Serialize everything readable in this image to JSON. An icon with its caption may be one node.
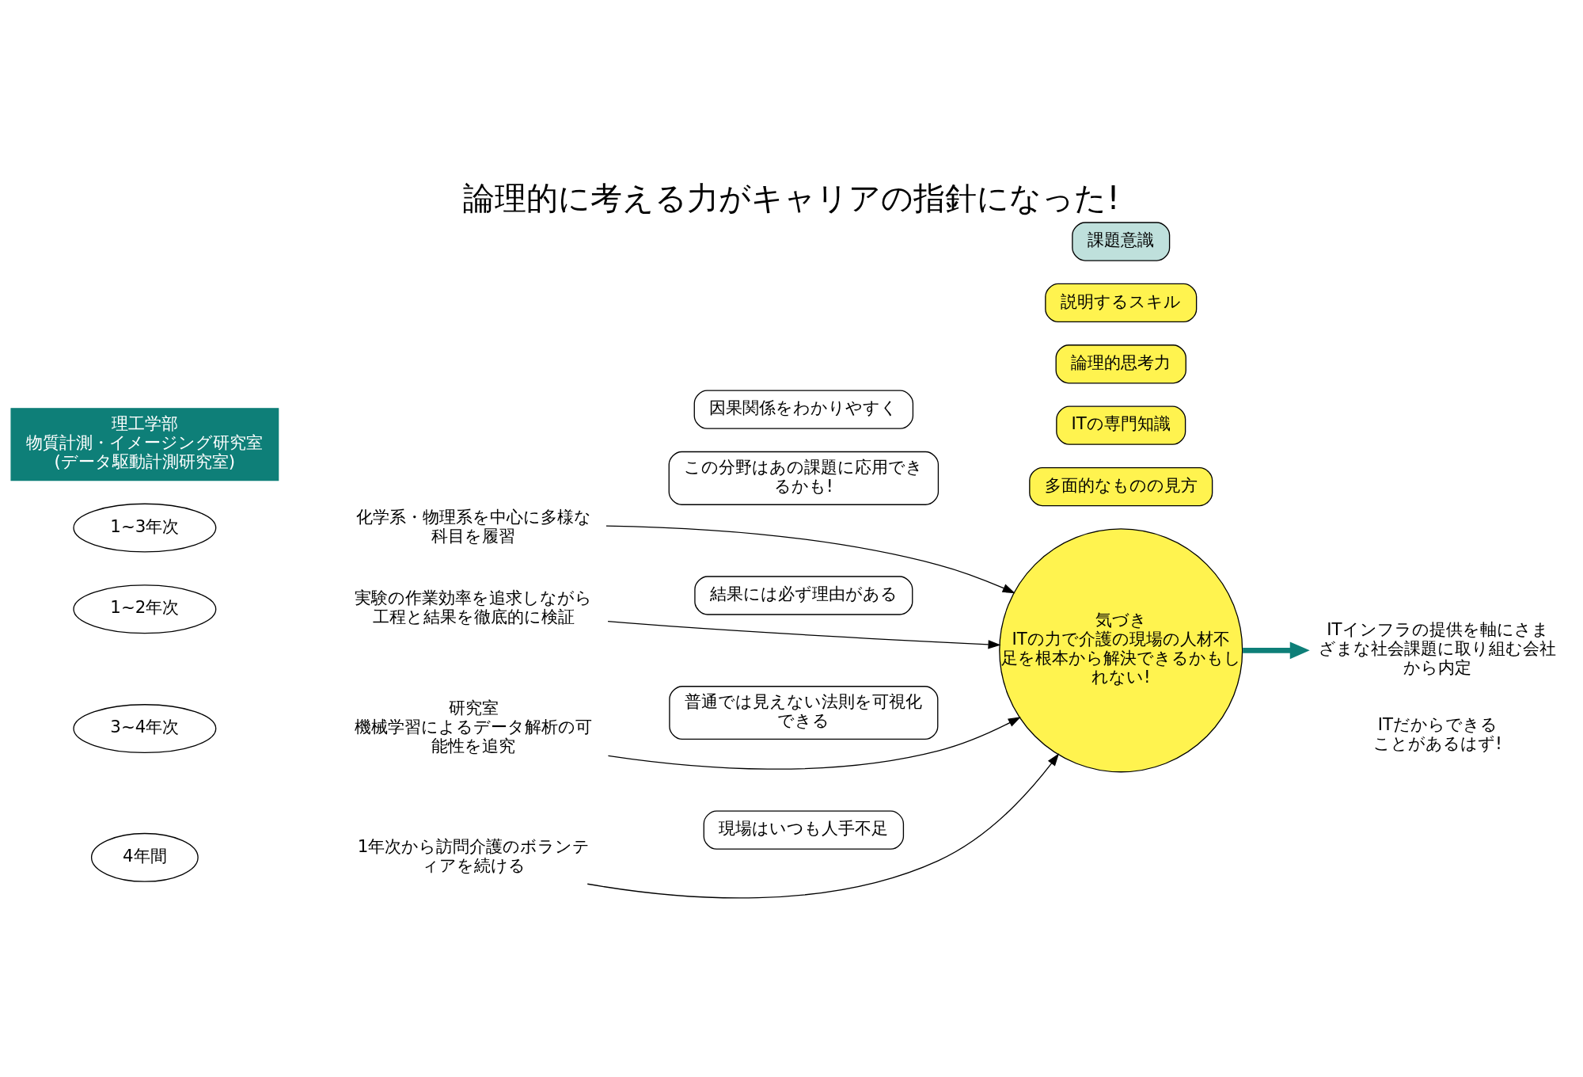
{
  "diagram": {
    "title": "論理的に考える力がキャリアの指針になった!",
    "nodes": [
      {
        "text": [
          "理工学部",
          "物質計測・イメージング研究室",
          "(データ駆動計測研究室)"
        ]
      },
      {
        "text": [
          "1~3年次"
        ]
      },
      {
        "text": [
          "化学系・物理系を中心に多様な科目を履習"
        ]
      },
      {
        "text": [
          "この分野はあの課題に応用できるかも!"
        ]
      },
      {
        "text": [
          "1~2年次"
        ]
      },
      {
        "text": [
          "実験の作業効率を追求しながら工程と結果を徹底的に検証"
        ]
      },
      {
        "text": [
          "結果には必ず理由がある"
        ]
      },
      {
        "text": [
          "因果関係をわかりやすく"
        ]
      },
      {
        "text": [
          "3~4年次"
        ]
      },
      {
        "text": [
          "研究室",
          "機械学習によるデータ解析の可能性を追究"
        ]
      },
      {
        "text": [
          "普通では見えない法則を可視化できる"
        ]
      },
      {
        "text": [
          "4年間"
        ]
      },
      {
        "text": [
          "1年次から訪問介護のボランティアを続ける"
        ]
      },
      {
        "text": [
          "現場はいつも人手不足"
        ]
      },
      {
        "text": [
          "気づき",
          "ITの力で介護の現場の人材不足を根本から解決できるかもしれない!"
        ]
      },
      {
        "text": [
          "多面的なものの見方"
        ]
      },
      {
        "text": [
          "ITの専門知識"
        ]
      },
      {
        "text": [
          "論理的思考力"
        ]
      },
      {
        "text": [
          "説明するスキル"
        ]
      },
      {
        "text": [
          "課題意識"
        ]
      },
      {
        "text": [
          "ITインフラの提供を軸にさまざまな社会課題に取り組む会社から内定"
        ]
      }
    ],
    "edges": [
      {
        "from": 2,
        "to": 14,
        "arrow": "to"
      },
      {
        "from": 5,
        "to": 14,
        "arrow": "to"
      },
      {
        "from": 9,
        "to": 14,
        "arrow": "to"
      },
      {
        "from": 12,
        "to": 14,
        "arrow": "to"
      },
      {
        "from": 14,
        "to": 20,
        "arrow": "to",
        "style": "thick",
        "color": "#0e7f78"
      }
    ],
    "labels": [
      "ITだからできることがあるはず!"
    ]
  }
}
